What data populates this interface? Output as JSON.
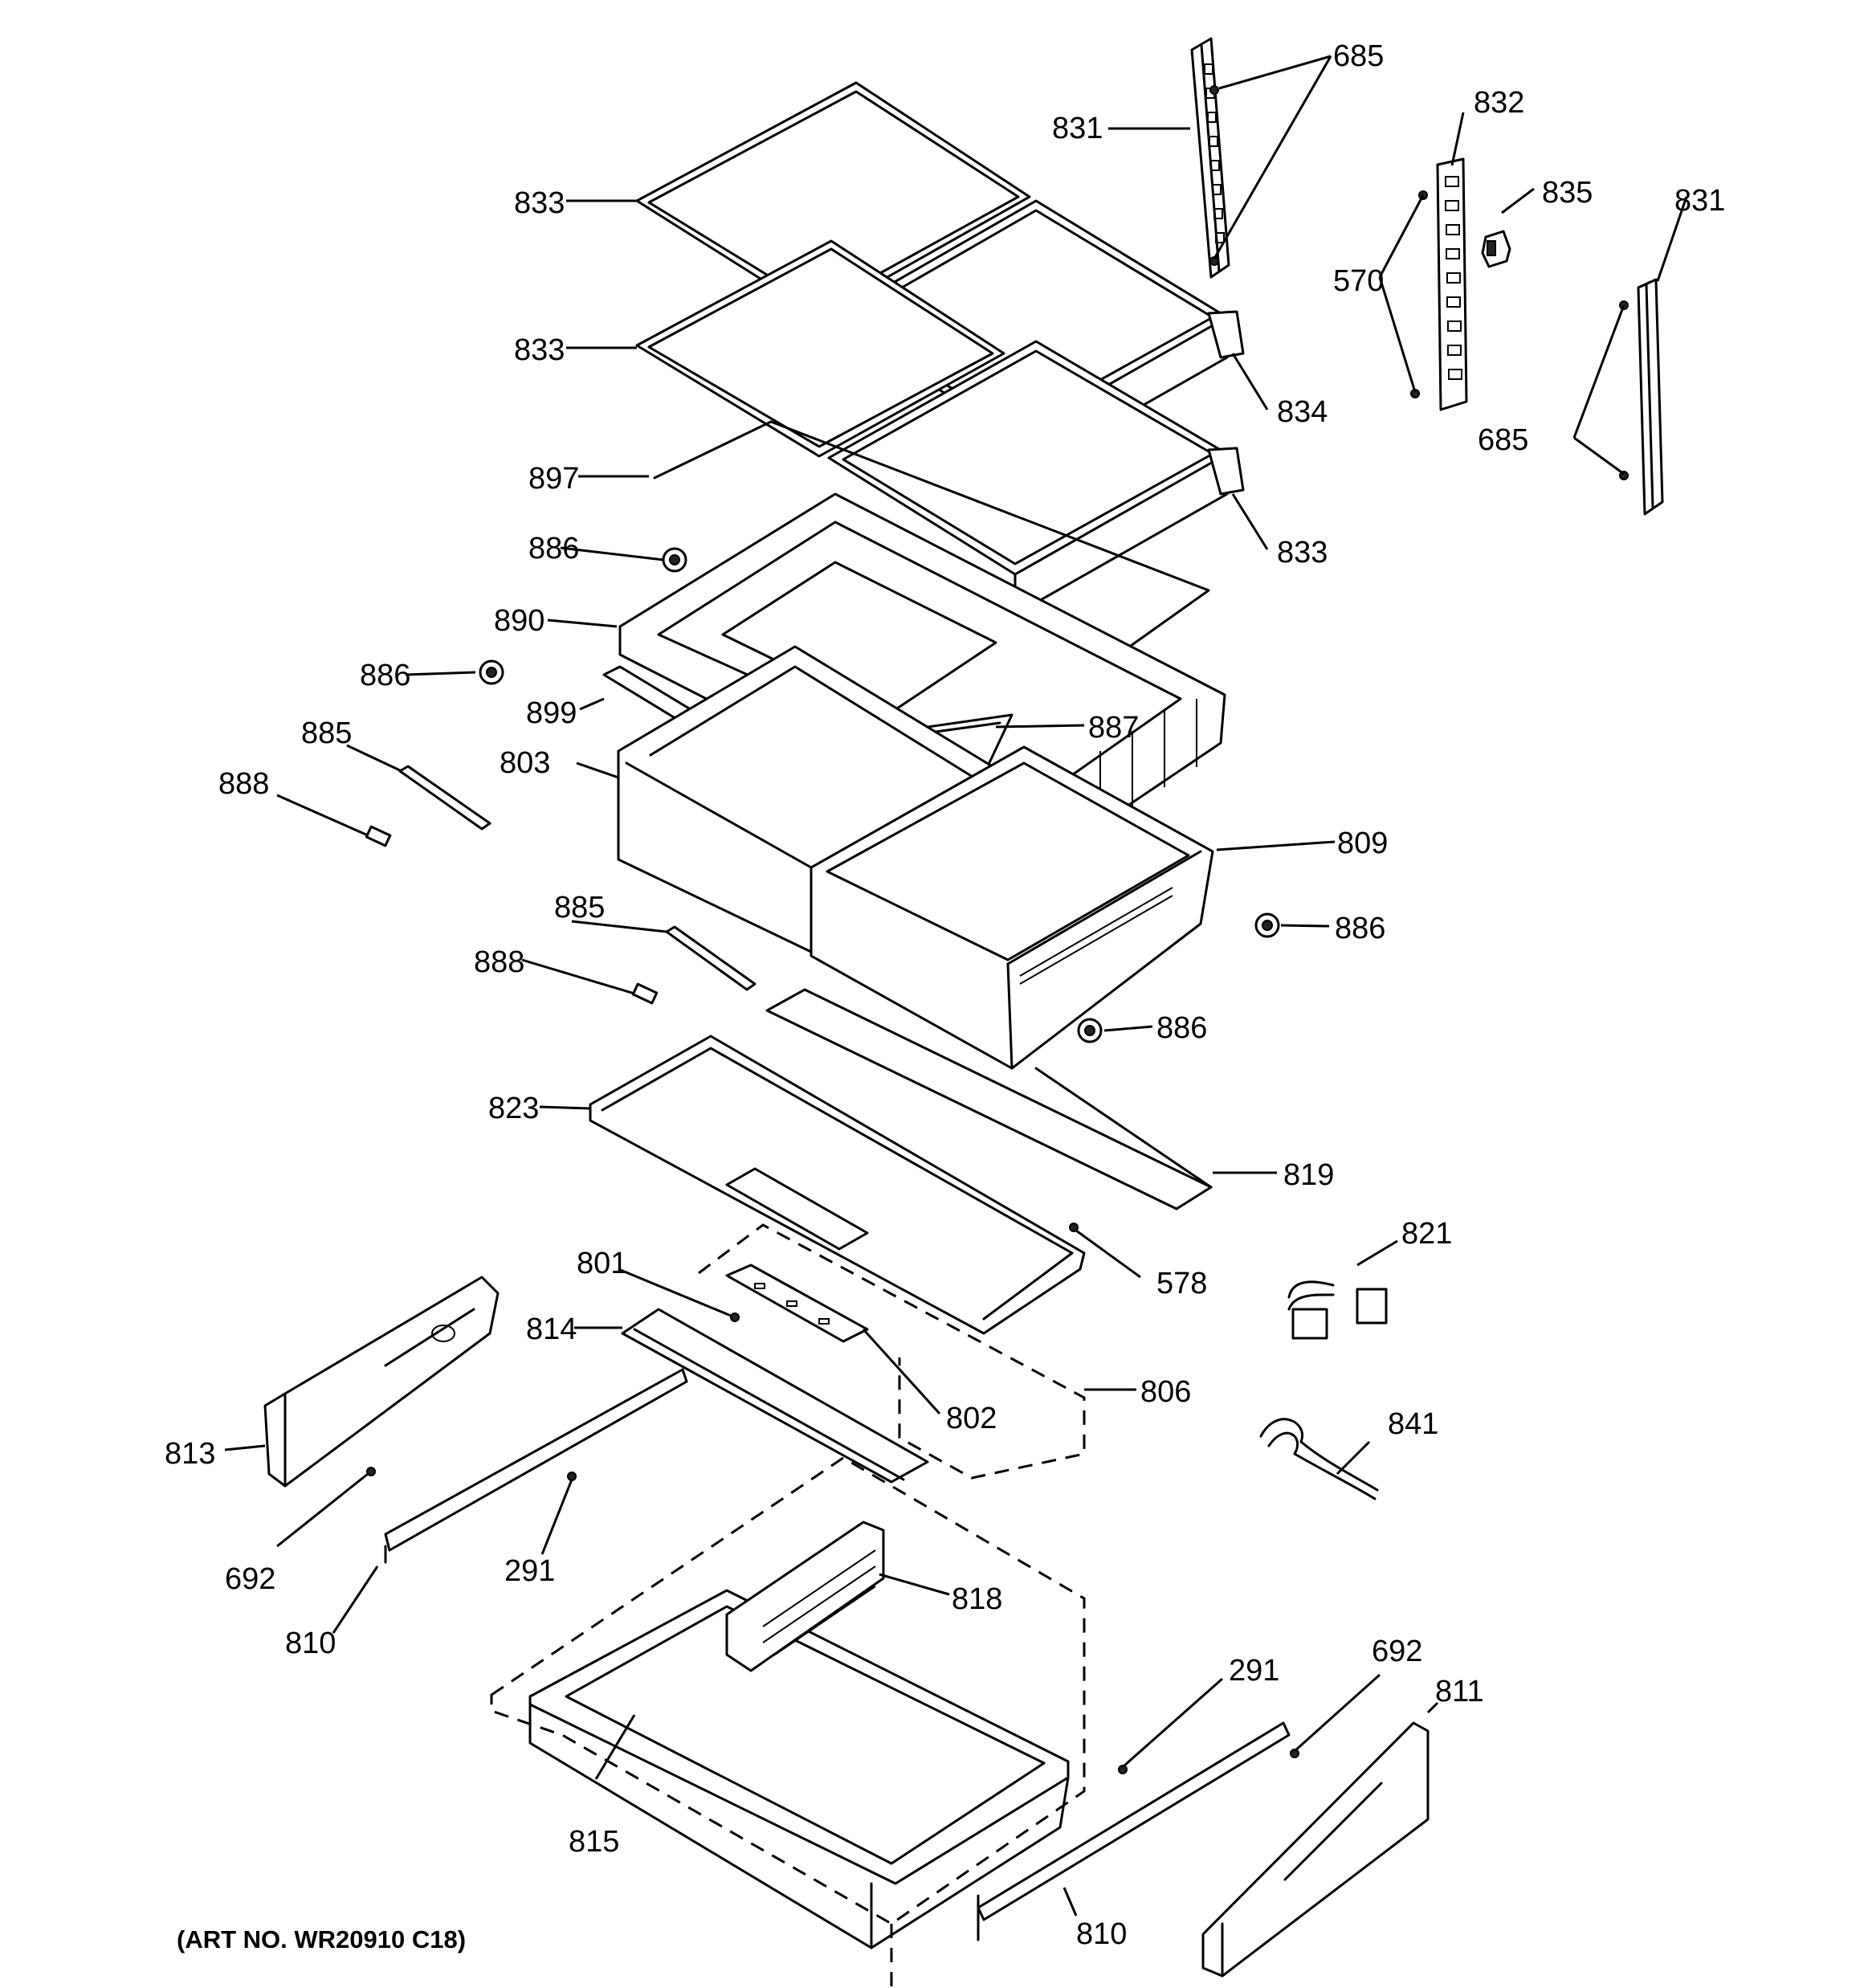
{
  "footer": {
    "art_no": "(ART NO. WR20910 C18)"
  },
  "callouts": {
    "c685a": "685",
    "c831a": "831",
    "c832": "832",
    "c835": "835",
    "c831b": "831",
    "c833a": "833",
    "c570": "570",
    "c833b": "833",
    "c834": "834",
    "c685b": "685",
    "c897": "897",
    "c833c": "833",
    "c886a": "886",
    "c890": "890",
    "c886b": "886",
    "c899": "899",
    "c887": "887",
    "c885a": "885",
    "c803": "803",
    "c888a": "888",
    "c809": "809",
    "c885b": "885",
    "c886c": "886",
    "c888b": "888",
    "c886d": "886",
    "c823": "823",
    "c819": "819",
    "c821": "821",
    "c801": "801",
    "c578": "578",
    "c814": "814",
    "c806": "806",
    "c802": "802",
    "c841": "841",
    "c813": "813",
    "c692a": "692",
    "c291a": "291",
    "c818": "818",
    "c810a": "810",
    "c291b": "291",
    "c692b": "692",
    "c811": "811",
    "c815": "815",
    "c810b": "810"
  }
}
